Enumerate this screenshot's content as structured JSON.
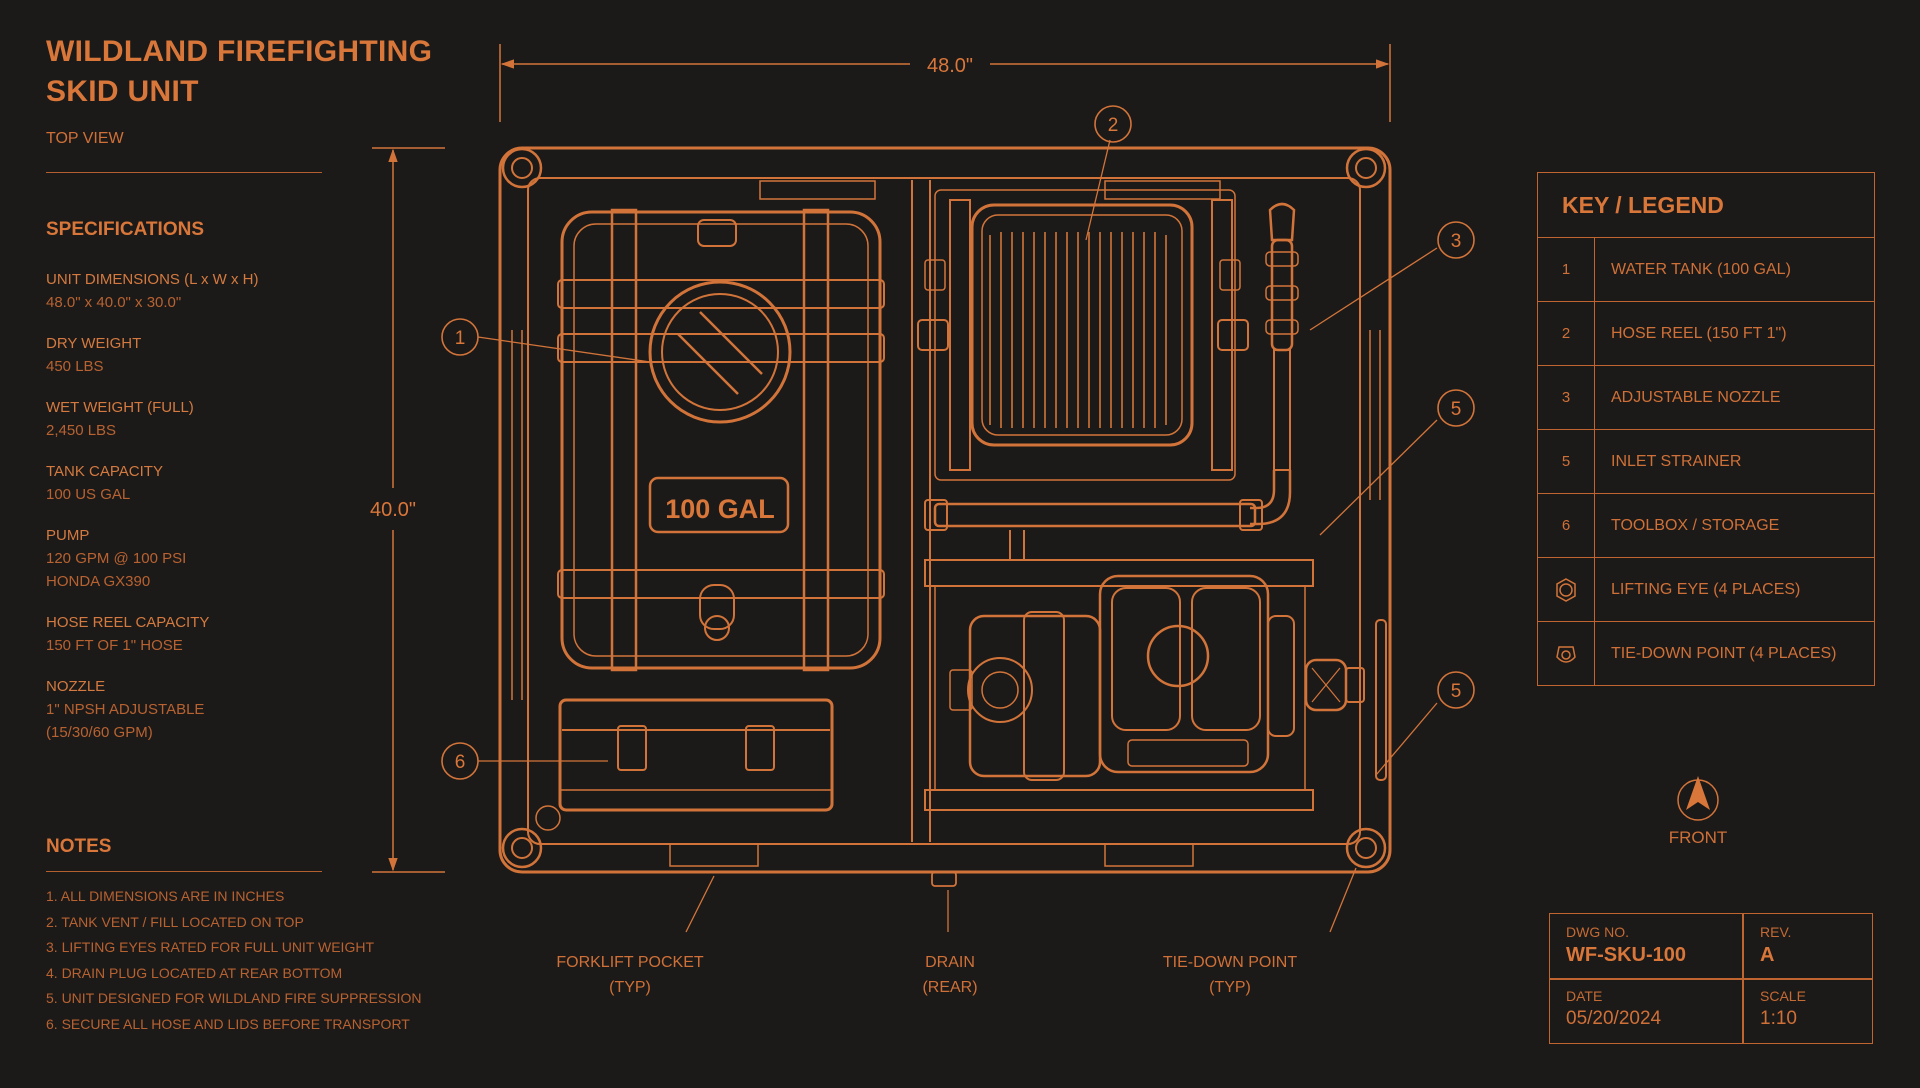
{
  "title": {
    "line1": "WILDLAND FIREFIGHTING",
    "line2": "SKID UNIT"
  },
  "view": "TOP VIEW",
  "specifications": {
    "heading": "SPECIFICATIONS",
    "items": [
      {
        "label": "UNIT DIMENSIONS (L x W x H)",
        "lines": [
          "48.0\" x 40.0\" x 30.0\""
        ]
      },
      {
        "label": "DRY WEIGHT",
        "lines": [
          "450 LBS"
        ]
      },
      {
        "label": "WET WEIGHT (FULL)",
        "lines": [
          "2,450 LBS"
        ]
      },
      {
        "label": "TANK CAPACITY",
        "lines": [
          "100 US GAL"
        ]
      },
      {
        "label": "PUMP",
        "lines": [
          "120 GPM @ 100 PSI",
          "HONDA GX390"
        ]
      },
      {
        "label": "HOSE REEL CAPACITY",
        "lines": [
          "150 FT OF 1\" HOSE"
        ]
      },
      {
        "label": "NOZZLE",
        "lines": [
          "1\" NPSH  ADJUSTABLE",
          "(15/30/60 GPM)"
        ]
      }
    ]
  },
  "notes": {
    "heading": "NOTES",
    "items": [
      "1.  ALL DIMENSIONS ARE IN INCHES",
      "2.  TANK VENT / FILL LOCATED ON TOP",
      "3.  LIFTING EYES RATED FOR FULL UNIT WEIGHT",
      "4.  DRAIN PLUG LOCATED AT REAR BOTTOM",
      "5.  UNIT DESIGNED FOR WILDLAND FIRE SUPPRESSION",
      "6.  SECURE ALL HOSE AND LIDS BEFORE TRANSPORT"
    ]
  },
  "dimensions": {
    "width": "48.0\"",
    "depth": "40.0\""
  },
  "tank_label": "100 GAL",
  "callouts": {
    "c1": "1",
    "c2": "2",
    "c3": "3",
    "c5a": "5",
    "c5b": "5",
    "c6": "6"
  },
  "bottom_labels": {
    "forklift": {
      "line1": "FORKLIFT POCKET",
      "line2": "(TYP)"
    },
    "drain": {
      "line1": "DRAIN",
      "line2": "(REAR)"
    },
    "tiedown": {
      "line1": "TIE-DOWN POINT",
      "line2": "(TYP)"
    }
  },
  "legend": {
    "heading": "KEY / LEGEND",
    "rows": [
      {
        "num": "1",
        "text": "WATER TANK (100 GAL)"
      },
      {
        "num": "2",
        "text": "HOSE REEL (150 FT 1\")"
      },
      {
        "num": "3",
        "text": "ADJUSTABLE NOZZLE"
      },
      {
        "num": "5",
        "text": "INLET STRAINER"
      },
      {
        "num": "6",
        "text": "TOOLBOX / STORAGE"
      },
      {
        "num": "",
        "icon": "lifting-eye-icon",
        "text": "LIFTING EYE (4 PLACES)"
      },
      {
        "num": "",
        "icon": "tie-down-icon",
        "text": "TIE-DOWN POINT (4 PLACES)"
      }
    ]
  },
  "compass": {
    "label": "FRONT",
    "icon": "north-arrow-icon"
  },
  "title_block": {
    "dwg_label": "DWG NO.",
    "dwg_value": "WF-SKU-100",
    "rev_label": "REV.",
    "rev_value": "A",
    "date_label": "DATE",
    "date_value": "05/20/2024",
    "scale_label": "SCALE",
    "scale_value": "1:10"
  },
  "colors": {
    "background": "#1c1a18",
    "line": "#d2743a"
  }
}
